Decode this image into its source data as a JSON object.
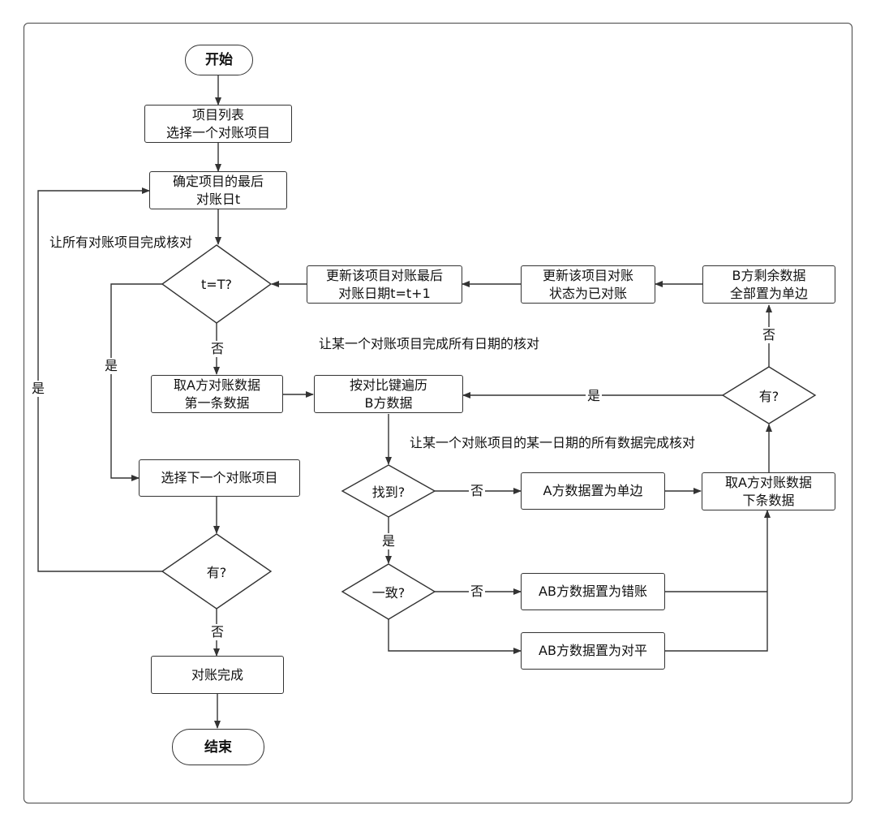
{
  "nodes": {
    "start": "开始",
    "project_list": "项目列表\n选择一个对账项目",
    "determine_last_date": "确定项目的最后\n对账日t",
    "decision_t_eq_T": "t=T?",
    "update_last_date": "更新该项目对账最后\n对账日期t=t+1",
    "update_status": "更新该项目对账\n状态为已对账",
    "b_remaining_single": "B方剩余数据\n全部置为单边",
    "take_a_first": "取A方对账数据\n第一条数据",
    "traverse_b": "按对比键遍历\nB方数据",
    "decision_has_next_a": "有?",
    "select_next_project": "选择下一个对账项目",
    "decision_found": "找到?",
    "a_single": "A方数据置为单边",
    "take_a_next": "取A方对账数据\n下条数据",
    "decision_has_project": "有?",
    "decision_consistent": "一致?",
    "ab_error": "AB方数据置为错账",
    "ab_balanced": "AB方数据置为对平",
    "reconcile_done": "对账完成",
    "end": "结束"
  },
  "labels": {
    "yes": "是",
    "no": "否"
  },
  "notes": {
    "all_projects": "让所有对账项目完成核对",
    "all_dates": "让某一个对账项目完成所有日期的核对",
    "all_data": "让某一个对账项目的某一日期的所有数据完成核对"
  },
  "colors": {
    "stroke": "#333333",
    "background": "#ffffff"
  }
}
